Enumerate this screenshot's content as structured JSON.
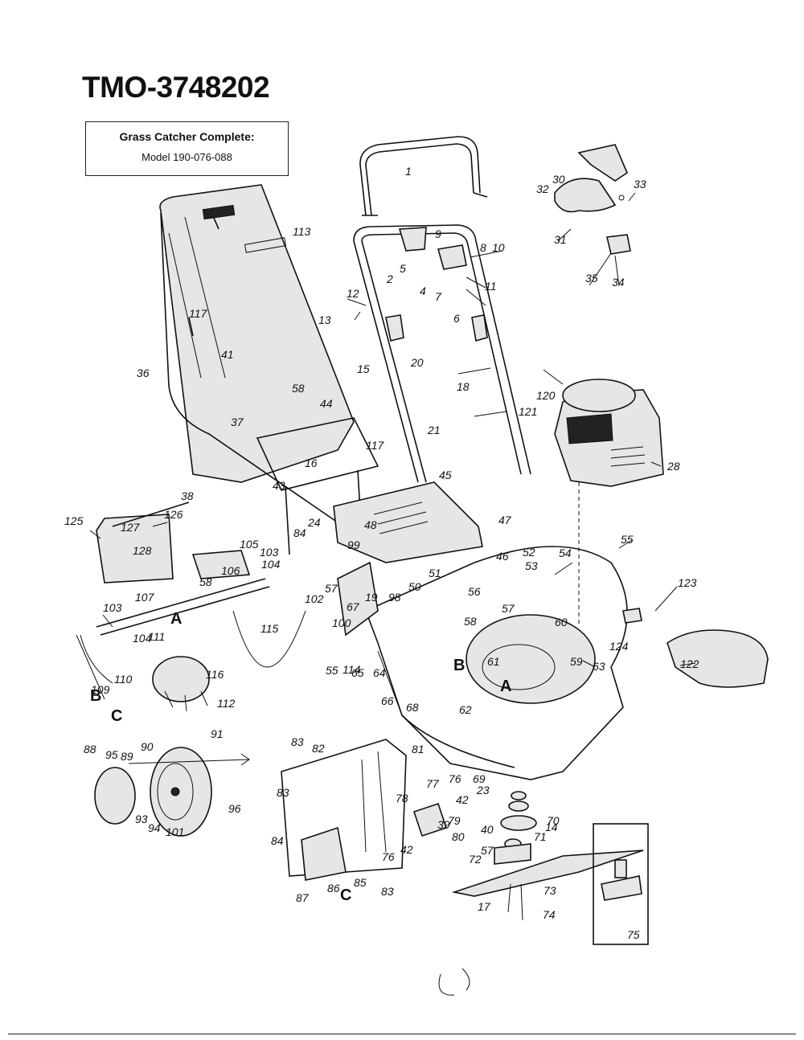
{
  "title": "TMO-3748202",
  "info_box": {
    "heading": "Grass Catcher Complete:",
    "model": "Model 190-076-088"
  },
  "callouts": [
    "1",
    "2",
    "4",
    "5",
    "6",
    "7",
    "8",
    "9",
    "10",
    "11",
    "12",
    "13",
    "14",
    "15",
    "16",
    "17",
    "18",
    "19",
    "20",
    "21",
    "23",
    "24",
    "28",
    "30",
    "31",
    "32",
    "33",
    "34",
    "35",
    "36",
    "37",
    "38",
    "39",
    "40",
    "41",
    "42",
    "43",
    "44",
    "45",
    "46",
    "47",
    "48",
    "50",
    "51",
    "52",
    "53",
    "54",
    "55",
    "56",
    "57",
    "58",
    "59",
    "60",
    "61",
    "62",
    "63",
    "64",
    "65",
    "66",
    "67",
    "68",
    "69",
    "70",
    "71",
    "72",
    "73",
    "74",
    "75",
    "76",
    "77",
    "78",
    "79",
    "80",
    "81",
    "82",
    "83",
    "84",
    "85",
    "86",
    "87",
    "88",
    "89",
    "90",
    "91",
    "93",
    "94",
    "95",
    "96",
    "98",
    "99",
    "100",
    "101",
    "102",
    "103",
    "104",
    "105",
    "106",
    "107",
    "109",
    "110",
    "111",
    "112",
    "113",
    "114",
    "115",
    "116",
    "117",
    "120",
    "121",
    "122",
    "123",
    "124",
    "125",
    "126",
    "127",
    "128"
  ],
  "section_markers": [
    "A",
    "B",
    "C"
  ]
}
